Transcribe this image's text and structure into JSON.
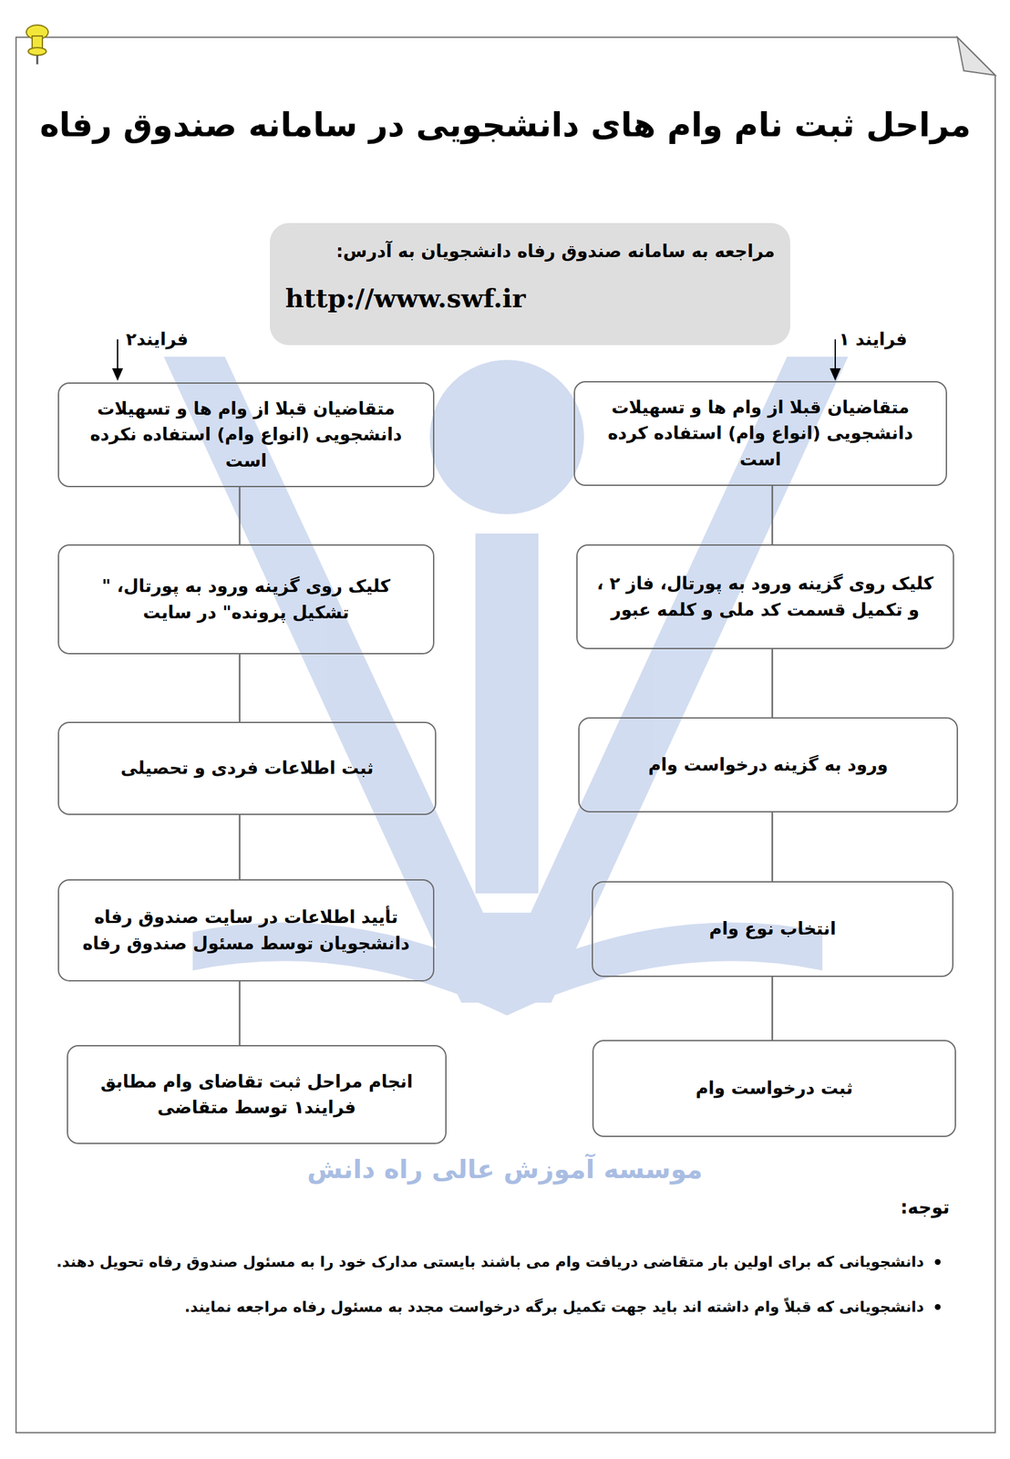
{
  "diagram": {
    "title": "مراحل ثبت نام وام های دانشجویی در سامانه صندوق رفاه",
    "nodes": [
      {
        "text": [
          "مراجعه به سامانه صندوق رفاه دانشجویان به آدرس:",
          "http://www.swf.ir"
        ]
      },
      {
        "text": [
          "متقاضیان قبلا از وام ها و تسهیلات دانشجویی (انواع وام) استفاده کرده است"
        ]
      },
      {
        "text": [
          "کلیک روی گزینه ورود به پورتال، فاز ۲ ، و تکمیل قسمت کد ملی و کلمه عبور"
        ]
      },
      {
        "text": [
          "ورود به گزینه درخواست وام"
        ]
      },
      {
        "text": [
          "انتخاب نوع وام"
        ]
      },
      {
        "text": [
          "ثبت درخواست وام"
        ]
      },
      {
        "text": [
          "متقاضیان قبلا از وام ها و تسهیلات دانشجویی (انواع وام) استفاده نکرده است"
        ]
      },
      {
        "text": [
          "کلیک روی گزینه ورود به پورتال، \" تشکیل پرونده\" در سایت"
        ]
      },
      {
        "text": [
          "ثبت اطلاعات فردی و تحصیلی"
        ]
      },
      {
        "text": [
          "تأیید اطلاعات در سایت صندوق رفاه دانشجویان توسط مسئول صندوق رفاه"
        ]
      },
      {
        "text": [
          "انجام مراحل ثبت تقاضای وام مطابق فرایند۱ توسط متقاضی"
        ]
      }
    ],
    "edges": [
      {
        "from": 1,
        "to": 2,
        "arrow": "none"
      },
      {
        "from": 2,
        "to": 3,
        "arrow": "none"
      },
      {
        "from": 3,
        "to": 4,
        "arrow": "none"
      },
      {
        "from": 4,
        "to": 5,
        "arrow": "none"
      },
      {
        "from": 6,
        "to": 7,
        "arrow": "none"
      },
      {
        "from": 7,
        "to": 8,
        "arrow": "none"
      },
      {
        "from": 8,
        "to": 9,
        "arrow": "none"
      },
      {
        "from": 9,
        "to": 10,
        "arrow": "none"
      }
    ],
    "labels": [
      "فرایند ۱",
      "فرایند۲",
      "موسسه آموزش عالی راه دانش",
      "توجه:",
      "دانشجویانی که برای اولین بار متقاضی دریافت وام می باشند بایستی مدارک خود را به مسئول صندوق رفاه تحویل دهند.",
      "دانشجویانی که قبلاً وام داشته اند باید جهت تکمیل برگه درخواست مجدد به مسئول رفاه مراجعه نمایند."
    ]
  }
}
